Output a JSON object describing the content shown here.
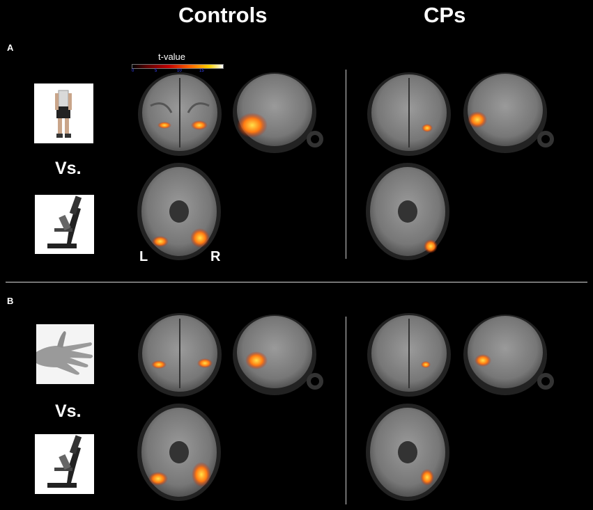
{
  "columns": {
    "controls": "Controls",
    "cps": "CPs"
  },
  "panels": {
    "a": "A",
    "b": "B"
  },
  "vs_label": "Vs.",
  "orientation": {
    "left": "L",
    "right": "R"
  },
  "colorbar": {
    "label": "t-value",
    "ticks": [
      "0",
      "5",
      "10",
      "15"
    ]
  },
  "stimuli": {
    "panel_a_top": "body-image",
    "panel_b_top": "hand-image",
    "bottom": "microscope-image"
  },
  "colors": {
    "background": "#000000",
    "activation_low": "#c0260a",
    "activation_high": "#ffe14a"
  }
}
